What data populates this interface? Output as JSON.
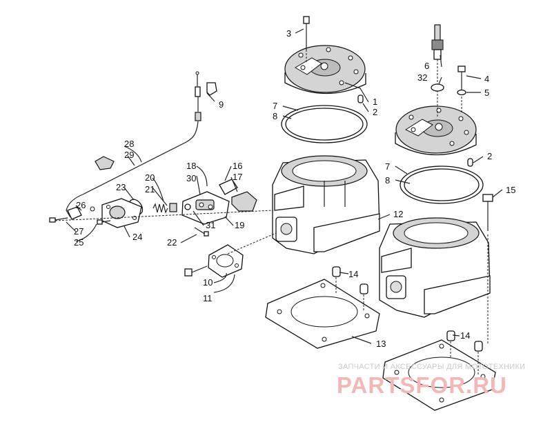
{
  "diagram": {
    "callouts": [
      {
        "id": "c3",
        "text": "3"
      },
      {
        "id": "c1",
        "text": "1"
      },
      {
        "id": "c2a",
        "text": "2"
      },
      {
        "id": "c7a",
        "text": "7"
      },
      {
        "id": "c8a",
        "text": "8"
      },
      {
        "id": "c6",
        "text": "6"
      },
      {
        "id": "c32",
        "text": "32"
      },
      {
        "id": "c4",
        "text": "4"
      },
      {
        "id": "c5",
        "text": "5"
      },
      {
        "id": "c9",
        "text": "9"
      },
      {
        "id": "c2b",
        "text": "2"
      },
      {
        "id": "c7b",
        "text": "7"
      },
      {
        "id": "c8b",
        "text": "8"
      },
      {
        "id": "c15",
        "text": "15"
      },
      {
        "id": "c28",
        "text": "28"
      },
      {
        "id": "c29",
        "text": "29"
      },
      {
        "id": "c18",
        "text": "18"
      },
      {
        "id": "c30",
        "text": "30"
      },
      {
        "id": "c16",
        "text": "16"
      },
      {
        "id": "c17",
        "text": "17"
      },
      {
        "id": "c20",
        "text": "20"
      },
      {
        "id": "c21",
        "text": "21"
      },
      {
        "id": "c23",
        "text": "23"
      },
      {
        "id": "c26",
        "text": "26"
      },
      {
        "id": "c12",
        "text": "12"
      },
      {
        "id": "c31",
        "text": "31"
      },
      {
        "id": "c19",
        "text": "19"
      },
      {
        "id": "c27",
        "text": "27"
      },
      {
        "id": "c25",
        "text": "25"
      },
      {
        "id": "c24",
        "text": "24"
      },
      {
        "id": "c22",
        "text": "22"
      },
      {
        "id": "c14a",
        "text": "14"
      },
      {
        "id": "c10",
        "text": "10"
      },
      {
        "id": "c11",
        "text": "11"
      },
      {
        "id": "c13",
        "text": "13"
      },
      {
        "id": "c14b",
        "text": "14"
      }
    ]
  },
  "watermark": {
    "caption": "ЗАПЧАСТИ И АКСЕССУАРЫ ДЛЯ МОТОТЕХНИКИ",
    "logo": "PARTSFOR.RU",
    "color": "#f2b8b8"
  }
}
